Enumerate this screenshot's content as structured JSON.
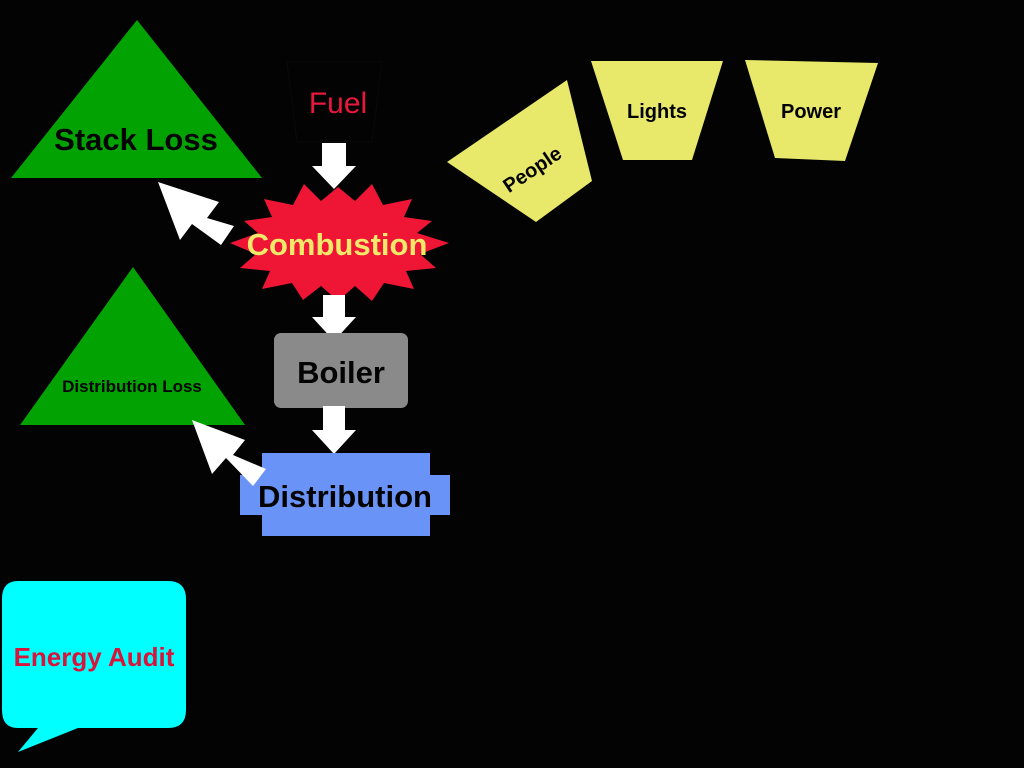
{
  "diagram": {
    "nodes": {
      "fuel": {
        "label": "Fuel",
        "fill": "#030303",
        "text_color": "#e8173c"
      },
      "combustion": {
        "label": "Combustion",
        "fill": "#ef1534",
        "text_color": "#f2e86a"
      },
      "boiler": {
        "label": "Boiler",
        "fill": "#8a8a8a",
        "text_color": "#030303"
      },
      "distribution": {
        "label": "Distribution",
        "fill": "#6a93f7",
        "text_color": "#030303"
      },
      "stack_loss": {
        "label": "Stack Loss",
        "fill": "#02a202",
        "text_color": "#030303"
      },
      "distribution_loss": {
        "label": "Distribution Loss",
        "fill": "#02a202",
        "text_color": "#030303"
      },
      "people": {
        "label": "People",
        "fill": "#e8e86a",
        "text_color": "#030303"
      },
      "lights": {
        "label": "Lights",
        "fill": "#e8e86a",
        "text_color": "#030303"
      },
      "power": {
        "label": "Power",
        "fill": "#e8e86a",
        "text_color": "#030303"
      }
    },
    "callout": {
      "label": "Energy Audit",
      "fill": "#00ffff",
      "text_color": "#d8143a"
    },
    "arrow_color": "#ffffff",
    "background": "#030303"
  }
}
